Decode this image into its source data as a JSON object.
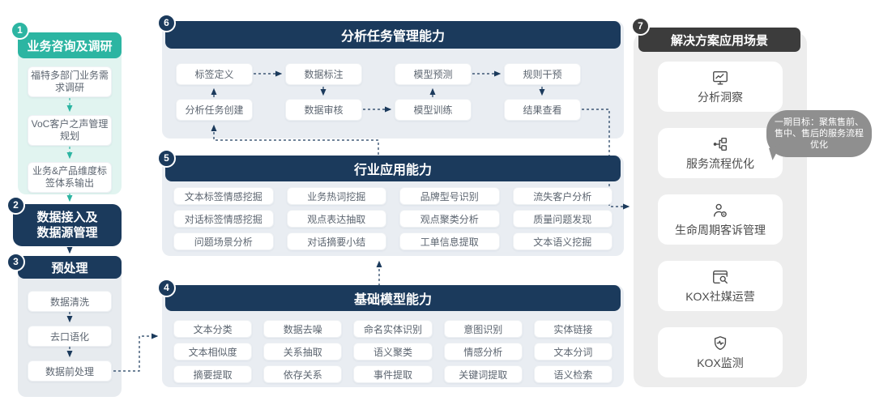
{
  "palette": {
    "teal": "#2cb5a2",
    "teal_light_bg": "#e1f4f0",
    "navy": "#1b3a5c",
    "section_bg": "#e9edf2",
    "dark_gray": "#3c3c3c",
    "panel_gray": "#ededed",
    "bubble_gray": "#8f8f8f"
  },
  "sections": {
    "s1": {
      "num": "1",
      "title": "业务咨询及调研",
      "items": [
        "福特多部门业务需求调研",
        "VoC客户之声管理规划",
        "业务&产品维度标签体系输出"
      ]
    },
    "s2": {
      "num": "2",
      "title": "数据接入及\n数据源管理"
    },
    "s3": {
      "num": "3",
      "title": "预处理",
      "items": [
        "数据清洗",
        "去口语化",
        "数据前处理"
      ]
    },
    "s4": {
      "num": "4",
      "title": "基础模型能力",
      "items": [
        "文本分类",
        "数据去噪",
        "命名实体识别",
        "意图识别",
        "实体链接",
        "文本相似度",
        "关系抽取",
        "语义聚类",
        "情感分析",
        "文本分词",
        "摘要提取",
        "依存关系",
        "事件提取",
        "关键词提取",
        "语义检索"
      ]
    },
    "s5": {
      "num": "5",
      "title": "行业应用能力",
      "items": [
        "文本标签情感挖掘",
        "业务热词挖掘",
        "品牌型号识别",
        "流失客户分析",
        "对话标签情感挖掘",
        "观点表达抽取",
        "观点聚类分析",
        "质量问题发现",
        "问题场景分析",
        "对话摘要小结",
        "工单信息提取",
        "文本语义挖掘"
      ]
    },
    "s6": {
      "num": "6",
      "title": "分析任务管理能力",
      "items": [
        "标签定义",
        "数据标注",
        "模型预测",
        "规则干预",
        "分析任务创建",
        "数据审核",
        "模型训练",
        "结果查看"
      ]
    },
    "s7": {
      "num": "7",
      "title": "解决方案应用场景",
      "items": [
        {
          "icon": "monitor-chart-icon",
          "label": "分析洞察"
        },
        {
          "icon": "flow-optimize-icon",
          "label": "服务流程优化"
        },
        {
          "icon": "person-gear-icon",
          "label": "生命周期客诉管理"
        },
        {
          "icon": "browser-search-icon",
          "label": "KOX社媒运营"
        },
        {
          "icon": "shield-monitor-icon",
          "label": "KOX监测"
        }
      ]
    }
  },
  "callout": {
    "text": "一期目标：聚焦售前、售中、售后的服务流程优化"
  }
}
